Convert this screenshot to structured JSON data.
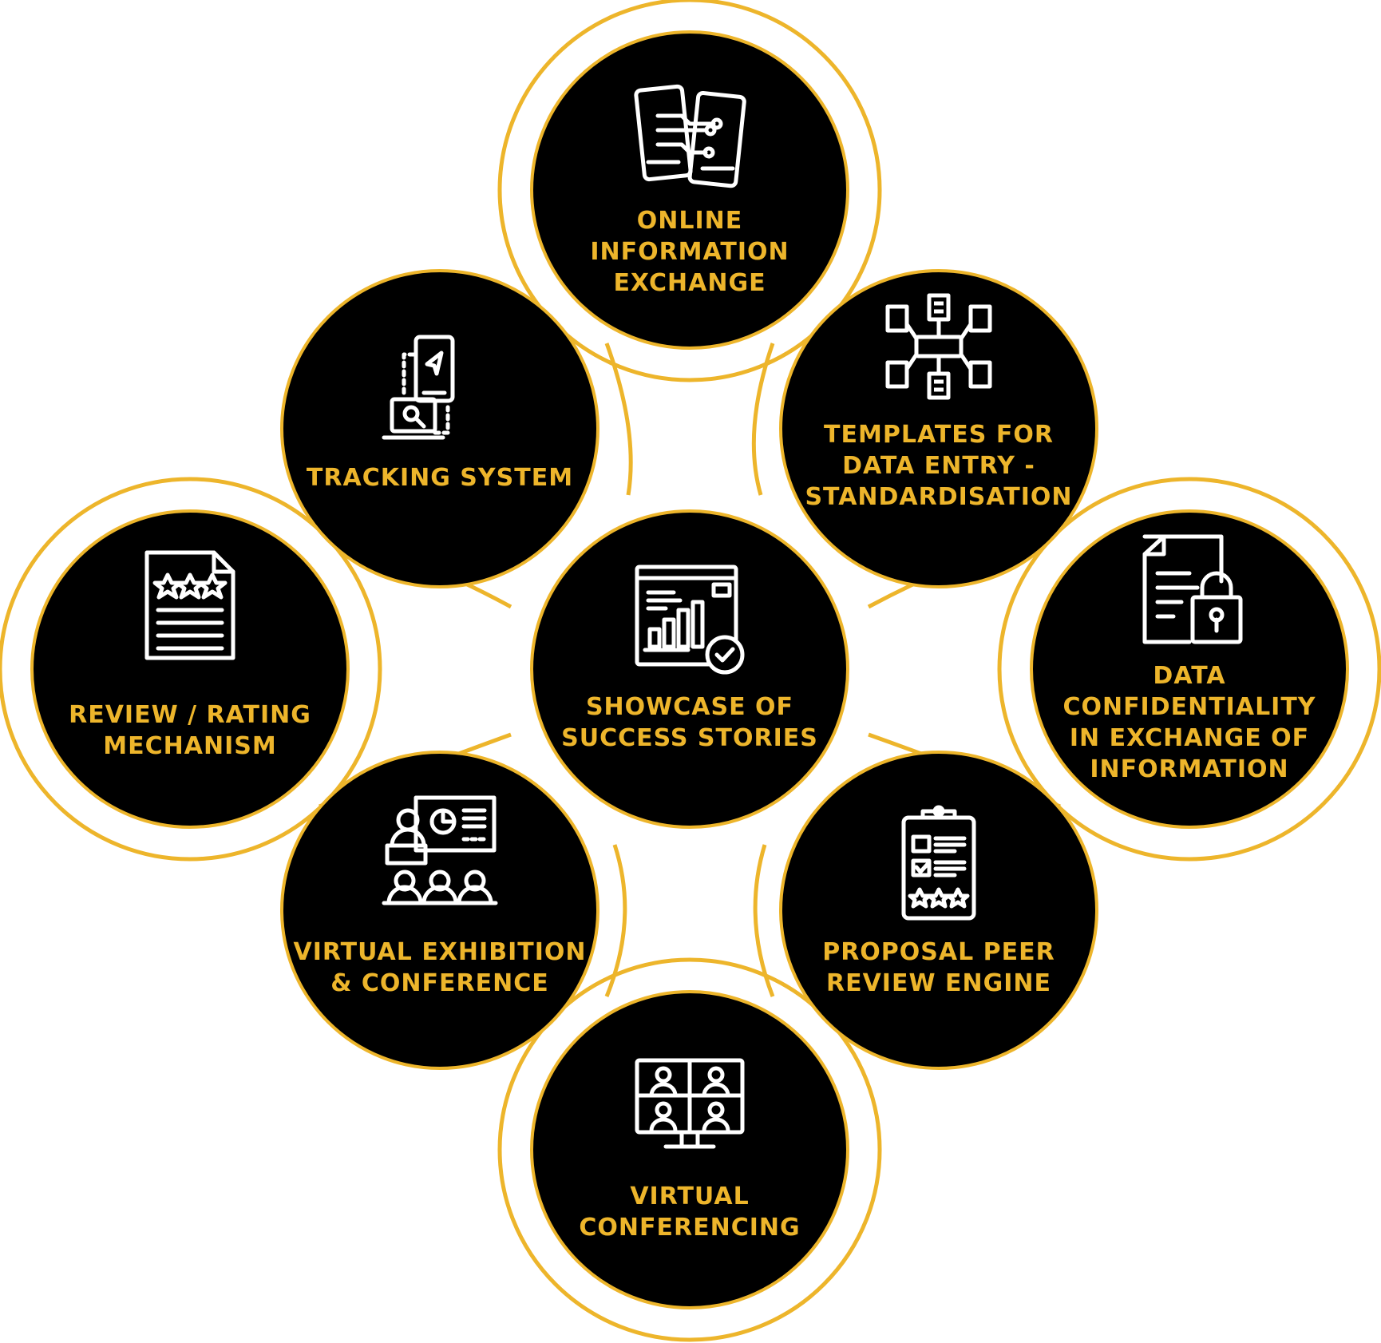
{
  "colors": {
    "accent": "#EDB52B",
    "circle": "#000000",
    "icon": "#FFFFFF",
    "background": "#FFFFFF"
  },
  "nodes": [
    {
      "id": "online-information-exchange",
      "icon": "phones-exchange-icon",
      "label_lines": [
        "ONLINE",
        "INFORMATION",
        "EXCHANGE"
      ]
    },
    {
      "id": "tracking-system",
      "icon": "tracking-icon",
      "label_lines": [
        "TRACKING SYSTEM"
      ]
    },
    {
      "id": "templates-data-entry",
      "icon": "network-hub-icon",
      "label_lines": [
        "TEMPLATES FOR",
        "DATA ENTRY -",
        "STANDARDISATION"
      ]
    },
    {
      "id": "review-rating",
      "icon": "rated-document-icon",
      "label_lines": [
        "REVIEW / RATING",
        "MECHANISM"
      ]
    },
    {
      "id": "showcase-success",
      "icon": "analytics-check-icon",
      "label_lines": [
        "SHOWCASE OF",
        "SUCCESS STORIES"
      ]
    },
    {
      "id": "data-confidentiality",
      "icon": "document-lock-icon",
      "label_lines": [
        "DATA",
        "CONFIDENTIALITY",
        "IN EXCHANGE OF",
        "INFORMATION"
      ]
    },
    {
      "id": "virtual-exhibition",
      "icon": "presentation-audience-icon",
      "label_lines": [
        "VIRTUAL EXHIBITION",
        "& CONFERENCE"
      ]
    },
    {
      "id": "proposal-peer-review",
      "icon": "checklist-clipboard-icon",
      "label_lines": [
        "PROPOSAL PEER",
        "REVIEW ENGINE"
      ]
    },
    {
      "id": "virtual-conferencing",
      "icon": "video-conference-icon",
      "label_lines": [
        "VIRTUAL",
        "CONFERENCING"
      ]
    }
  ]
}
